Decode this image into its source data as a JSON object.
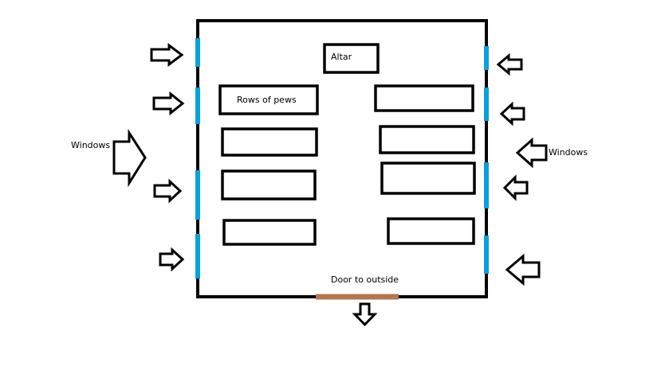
{
  "labels": {
    "altar": "Altar",
    "pews": "Rows of pews",
    "windows_left": "Windows",
    "windows_right": "Windows",
    "door": "Door to outside"
  },
  "colors": {
    "wall": "#000000",
    "window": "#0aa0e0",
    "door": "#b07850",
    "background": "#ffffff"
  },
  "icons": {
    "arrow": "hollow-arrow-icon"
  }
}
